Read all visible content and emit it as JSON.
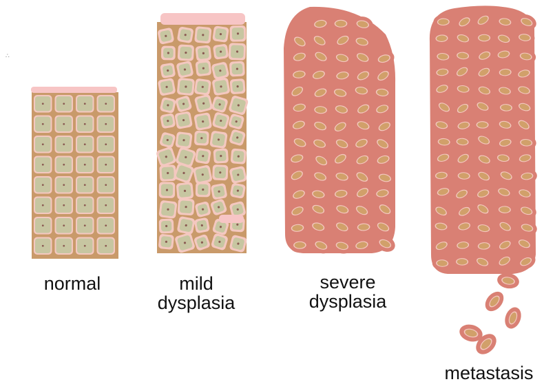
{
  "colors": {
    "surface": "#f7c5c5",
    "normal_cell": "#c7c6a1",
    "cell_border": "#c99a6a",
    "halo": "#f4c8c0",
    "dysplastic_cell": "#d98074",
    "nucleus": "#d1a06a",
    "nucleus_dot": "#8a5a52"
  },
  "panels": [
    {
      "id": "normal",
      "label_lines": [
        "normal"
      ]
    },
    {
      "id": "mild",
      "label_lines": [
        "mild",
        "dysplasia"
      ]
    },
    {
      "id": "severe",
      "label_lines": [
        "severe",
        "dysplasia"
      ]
    },
    {
      "id": "metastasis",
      "label_lines": [
        "metastasis"
      ]
    }
  ],
  "corner_mark": "∴"
}
